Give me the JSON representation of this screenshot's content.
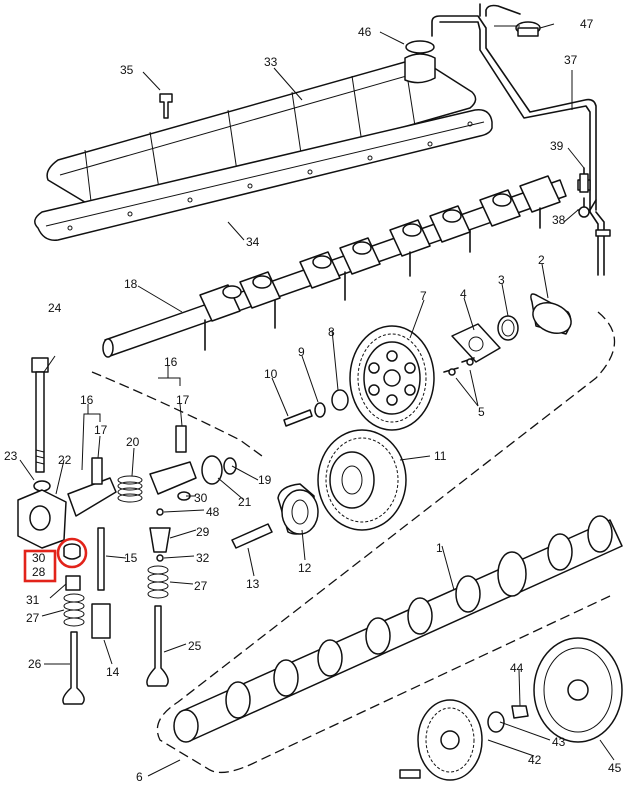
{
  "colors": {
    "ink": "#111111",
    "highlight": "#e2231a",
    "paper": "#ffffff"
  },
  "callouts": {
    "c1": "1",
    "c2": "2",
    "c3": "3",
    "c4": "4",
    "c5": "5",
    "c6": "6",
    "c7": "7",
    "c8": "8",
    "c9": "9",
    "c10": "10",
    "c11": "11",
    "c12": "12",
    "c13": "13",
    "c14": "14",
    "c15": "15",
    "c16a": "16",
    "c16b": "16",
    "c17a": "17",
    "c17b": "17",
    "c18": "18",
    "c19": "19",
    "c20": "20",
    "c21": "21",
    "c22": "22",
    "c23": "23",
    "c24": "24",
    "c25": "25",
    "c26": "26",
    "c27a": "27",
    "c27b": "27",
    "c28": "28",
    "c29": "29",
    "c30a": "30",
    "c30b": "30",
    "c31": "31",
    "c32": "32",
    "c33": "33",
    "c34": "34",
    "c35": "35",
    "c37": "37",
    "c38": "38",
    "c39": "39",
    "c42": "42",
    "c43": "43",
    "c44": "44",
    "c45": "45",
    "c46": "46",
    "c47": "47",
    "c48": "48"
  }
}
